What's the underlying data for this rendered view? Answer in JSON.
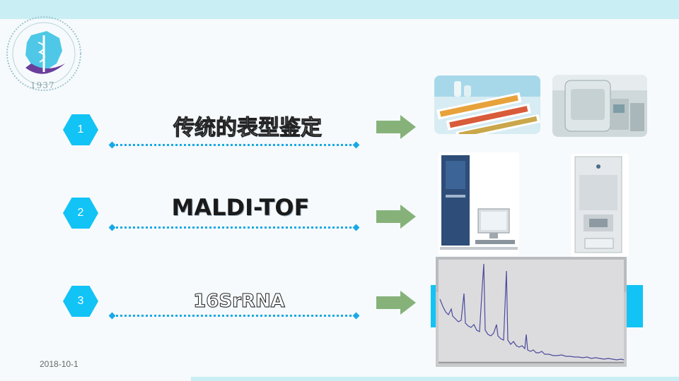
{
  "slide": {
    "date": "2018-10-1",
    "logo": {
      "year": "1937",
      "icon": "hospital-emblem-icon"
    },
    "accent_color": "#12c3f5",
    "rows": [
      {
        "number": "1",
        "label": "传统的表型鉴定"
      },
      {
        "number": "2",
        "label": "MALDI-TOF"
      },
      {
        "number": "3",
        "label": "16SrRNA"
      }
    ],
    "images": [
      {
        "icon": "test-strip-tray-photo"
      },
      {
        "icon": "automated-analyzer-photo"
      },
      {
        "icon": "mass-spectrometer-photo"
      },
      {
        "icon": "maldi-instrument-photo"
      },
      {
        "icon": "spectrum-plot-photo"
      }
    ]
  }
}
